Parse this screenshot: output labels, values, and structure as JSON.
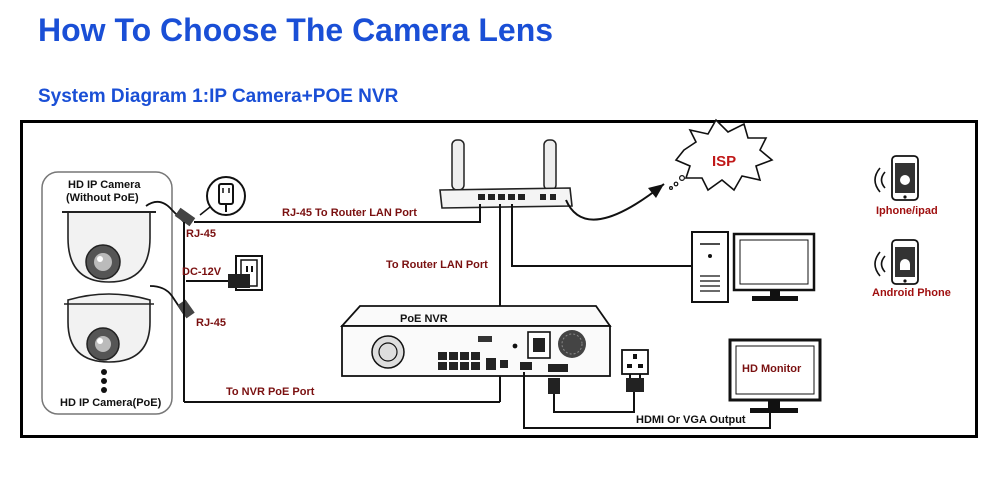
{
  "header": {
    "title": "How To Choose The Camera Lens",
    "subtitle": "System Diagram 1:IP Camera+POE NVR"
  },
  "labels": {
    "camera_top": "HD IP Camera",
    "camera_top_sub": "(Without PoE)",
    "camera_bottom": "HD IP Camera(PoE)",
    "rj45_top": "RJ-45",
    "dc12v": "DC-12V",
    "rj45_bottom": "RJ-45",
    "rj45_router": "RJ-45 To Router LAN Port",
    "to_router_lan": "To Router LAN Port",
    "poe_nvr": "PoE NVR",
    "to_nvr_poe": "To NVR PoE Port",
    "isp": "ISP",
    "iphone": "Iphone/ipad",
    "android": "Android Phone",
    "hd_monitor": "HD Monitor",
    "hdmi_vga": "HDMI Or  VGA Output"
  },
  "icons": {
    "apple": "apple-icon",
    "android": "android-icon",
    "wifi": "wifi-signal-icon"
  },
  "colors": {
    "title": "#1a4fd6",
    "label": "#7a1010",
    "isp": "#c01818"
  }
}
